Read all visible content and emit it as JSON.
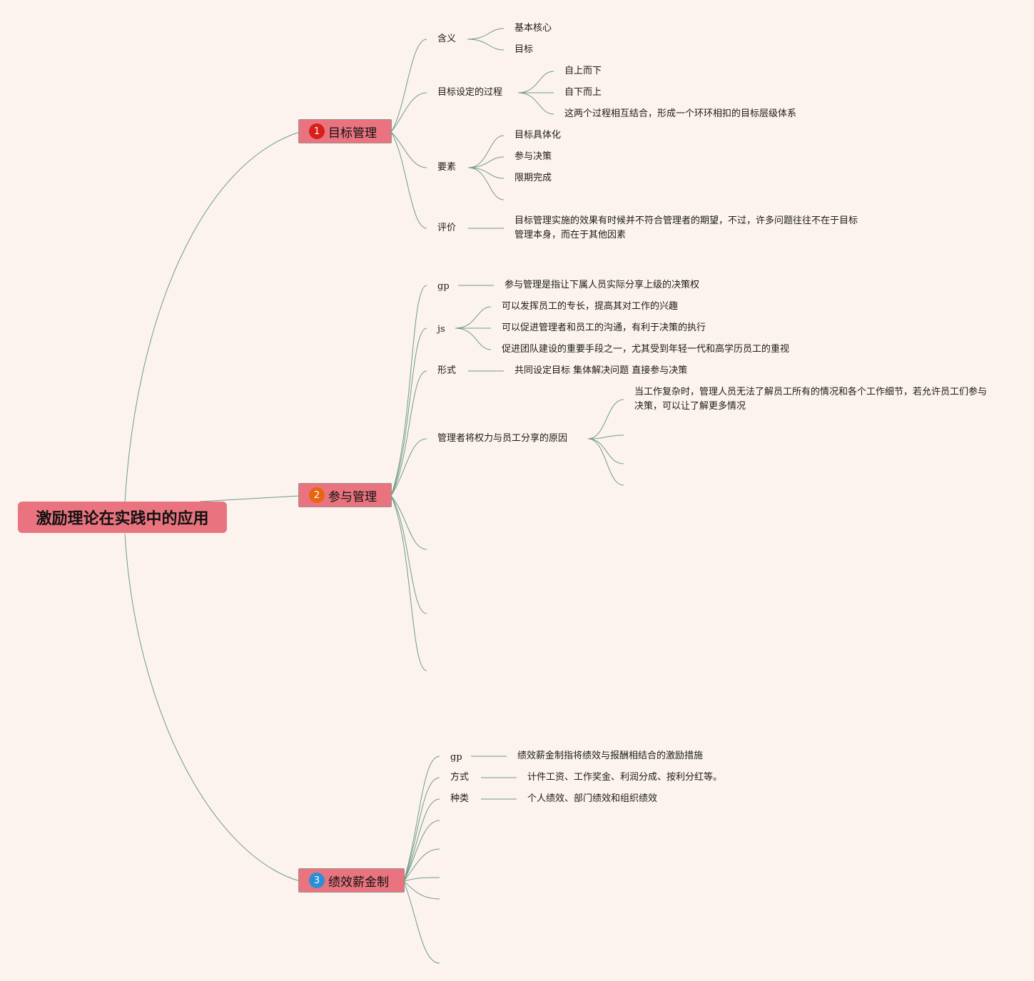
{
  "root": {
    "title": "激励理论在实践中的应用"
  },
  "branches": [
    {
      "number": "1",
      "number_color": "#d7201a",
      "title": "目标管理",
      "children": [
        {
          "label": "含义",
          "items": [
            "基本核心",
            "目标"
          ]
        },
        {
          "label": "目标设定的过程",
          "items": [
            "自上而下",
            "自下而上",
            "这两个过程相互结合，形成一个环环相扣的目标层级体系"
          ]
        },
        {
          "label": "要素",
          "items": [
            "目标具体化",
            "参与决策",
            "限期完成"
          ]
        },
        {
          "label": "评价",
          "items": [
            "目标管理实施的效果有时候并不符合管理者的期望，不过，许多问题往往不在于目标管理本身，而在于其他因素"
          ]
        }
      ]
    },
    {
      "number": "2",
      "number_color": "#e8650f",
      "title": "参与管理",
      "children": [
        {
          "label": "gp",
          "items": [
            "参与管理是指让下属人员实际分享上级的决策权"
          ]
        },
        {
          "label": "js",
          "items": [
            "可以发挥员工的专长，提高其对工作的兴趣",
            "可以促进管理者和员工的沟通，有利于决策的执行",
            "促进团队建设的重要手段之一，尤其受到年轻一代和高学历员工的重视"
          ]
        },
        {
          "label": "形式",
          "items": [
            "共同设定目标 集体解决问题 直接参与决策"
          ]
        },
        {
          "label": "管理者将权力与员工分享的原因",
          "items": [
            "当工作复杂时，管理人员无法了解员工所有的情况和各个工作细节，若允许员工们参与决策，可以让了解更多情况"
          ]
        }
      ]
    },
    {
      "number": "3",
      "number_color": "#2b8fd6",
      "title": "绩效薪金制",
      "children": [
        {
          "label": "gp",
          "items": [
            "绩效薪金制指将绩效与报酬相结合的激励措施"
          ]
        },
        {
          "label": "方式",
          "items": [
            "计件工资、工作奖金、利润分成、按利分红等。"
          ]
        },
        {
          "label": "种类",
          "items": [
            "个人绩效、部门绩效和组织绩效"
          ]
        }
      ]
    }
  ]
}
